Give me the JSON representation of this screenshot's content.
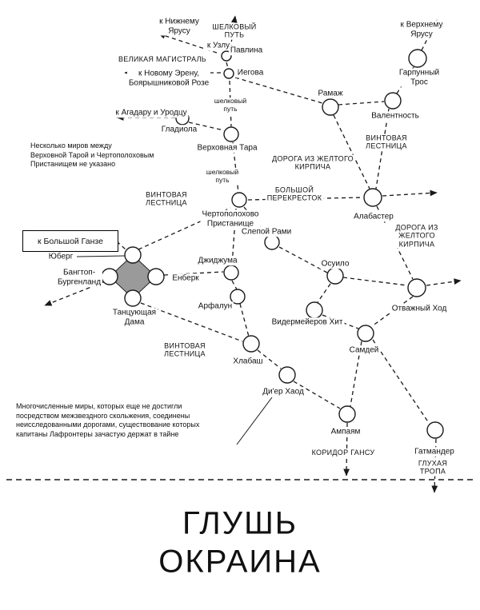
{
  "map": {
    "title_lines": [
      "ГЛУШЬ",
      "ОКРАИНА"
    ],
    "legend_box": "к Большой Ганзе",
    "notes": {
      "tara_note": "Несколько миров между\nВерховной Тарой и Чертополоховым\nПристанищем не указано",
      "lafronter_note": "Многочисленные миры, которых еще не достигли\nпосредством межзвездного скольжения, соединены\nнеисследованными дорогами, существование которых\nкапитаны Лафронтеры зачастую держат в тайне"
    },
    "offmap": {
      "to_lower_tier": "к Нижнему\nЯрусу",
      "to_node": "к Узлу",
      "to_upper_tier": "к Верхнему Ярусу",
      "to_new_eren": "к Новому Эрену,\nБоярышниковой Розе",
      "to_agadar": "к Агадару и Уродцу"
    },
    "routes": {
      "great_highway": "ВЕЛИКАЯ МАГИСТРАЛЬ",
      "silk_road_caps": "ШЕЛКОВЫЙ\nПУТЬ",
      "silk_road_small_1": "шелковый\nпуть",
      "silk_road_small_2": "шелковый\nпуть",
      "spiral_staircase_right": "ВИНТОВАЯ\nЛЕСТНИЦА",
      "spiral_staircase_left": "ВИНТОВАЯ\nЛЕСТНИЦА",
      "spiral_staircase_bottom": "ВИНТОВАЯ\nЛЕСТНИЦА",
      "yellow_brick_center": "ДОРОГА ИЗ ЖЕЛТОГО\nКИРПИЧА",
      "yellow_brick_right": "ДОРОГА ИЗ ЖЕЛТОГО\nКИРПИЧА",
      "big_crossroads": "БОЛЬШОЙ\nПЕРЕКРЕСТОК",
      "gansu_corridor": "КОРИДОР ГАНСУ",
      "deaf_trail": "ГЛУХАЯ ТРОПА"
    },
    "nodes": {
      "pavlina": "Павлина",
      "iegova": "Иегова",
      "harpoon": "Гарпунный Трос",
      "ramazh": "Рамаж",
      "valentnost": "Валентность",
      "gladiola": "Гладиола",
      "tara": "Верховная Тара",
      "alabaster": "Алабастер",
      "thistle": "Чертополохово\nПристанище",
      "blind_rami": "Слепой Рами",
      "yuberg": "Юберг",
      "bangtop": "Бангтоп-\nБургенланд",
      "enberk": "Енберк",
      "dancing_lady": "Танцующая\nДама",
      "dzhidzhuma": "Джиджума",
      "osuilo": "Осуило",
      "brave_move": "Отважный Ход",
      "arfalun": "Арфалун",
      "widermeier": "Видермейеров Хит",
      "samdey": "Самдей",
      "khlabash": "Хлабаш",
      "dier_khaod": "Ди'ер Хаод",
      "ampayam": "Ампаям",
      "gatmander": "Гатмандер"
    }
  }
}
